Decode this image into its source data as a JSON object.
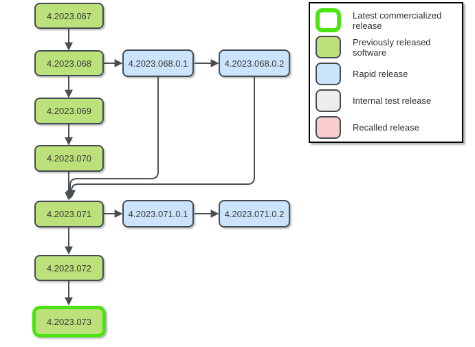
{
  "diagram": {
    "nodes": [
      {
        "label": "4.2023.067",
        "type": "previously-released"
      },
      {
        "label": "4.2023.068",
        "type": "previously-released"
      },
      {
        "label": "4.2023.068.0.1",
        "type": "rapid"
      },
      {
        "label": "4.2023.068.0.2",
        "type": "rapid"
      },
      {
        "label": "4.2023.069",
        "type": "previously-released"
      },
      {
        "label": "4.2023.070",
        "type": "previously-released"
      },
      {
        "label": "4.2023.071",
        "type": "previously-released"
      },
      {
        "label": "4.2023.071.0.1",
        "type": "rapid"
      },
      {
        "label": "4.2023.071.0.2",
        "type": "rapid"
      },
      {
        "label": "4.2023.072",
        "type": "previously-released"
      },
      {
        "label": "4.2023.073",
        "type": "latest-commercialized"
      }
    ],
    "edges": [
      "4.2023.067 -> 4.2023.068",
      "4.2023.068 -> 4.2023.068.0.1",
      "4.2023.068.0.1 -> 4.2023.068.0.2",
      "4.2023.068 -> 4.2023.069",
      "4.2023.069 -> 4.2023.070",
      "4.2023.070 -> 4.2023.071",
      "4.2023.068.0.1 -> 4.2023.071",
      "4.2023.068.0.2 -> 4.2023.071",
      "4.2023.071 -> 4.2023.071.0.1",
      "4.2023.071.0.1 -> 4.2023.071.0.2",
      "4.2023.071 -> 4.2023.072",
      "4.2023.072 -> 4.2023.073"
    ]
  },
  "legend": {
    "items": [
      {
        "label": "Latest commercialized release",
        "swatch": "latest"
      },
      {
        "label": "Previously released software",
        "swatch": "previously-released"
      },
      {
        "label": "Rapid release",
        "swatch": "rapid"
      },
      {
        "label": "Internal test release",
        "swatch": "internal-test"
      },
      {
        "label": "Recalled release",
        "swatch": "recalled"
      }
    ]
  },
  "colors": {
    "previously_released_fill": "#bce17b",
    "rapid_fill": "#cce4fb",
    "internal_test_fill": "#ededed",
    "recalled_fill": "#f9cdcd",
    "latest_border": "#4ce312",
    "node_border": "#434a52",
    "connector": "#4a4f55",
    "text": "#383838"
  }
}
